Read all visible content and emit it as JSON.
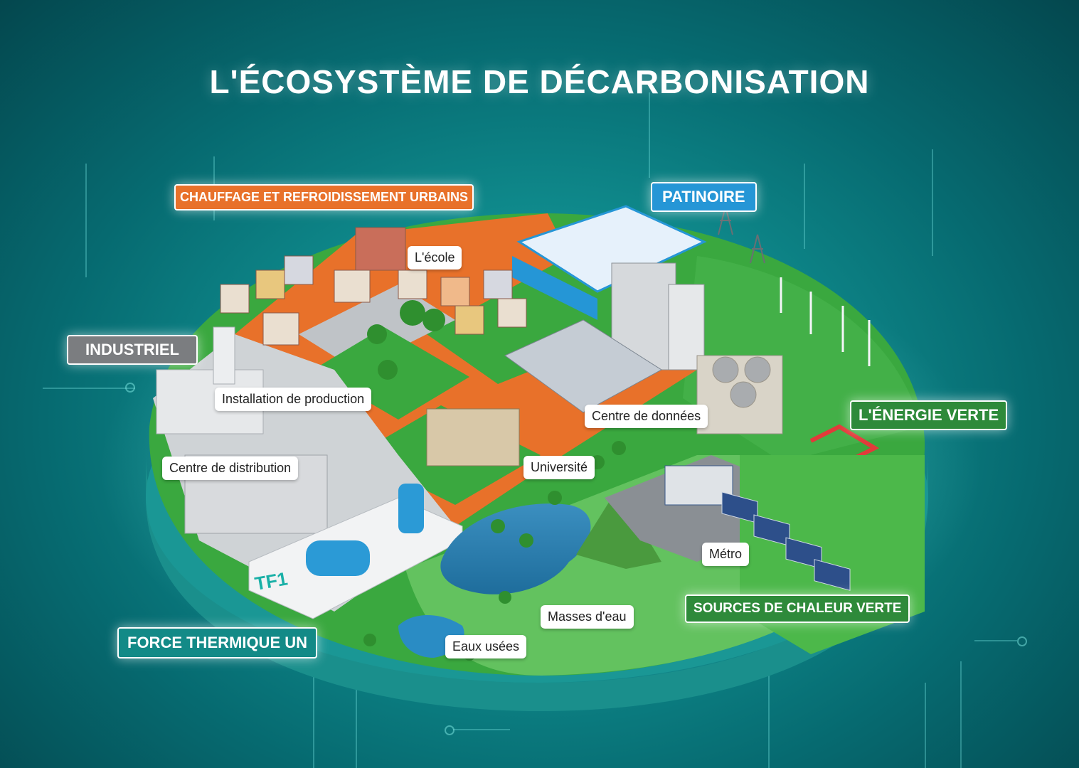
{
  "title": "L'ÉCOSYSTÈME DE DÉCARBONISATION",
  "categories": {
    "district_heating": {
      "label": "CHAUFFAGE ET REFROIDISSEMENT URBAINS",
      "color": "#e8712a"
    },
    "ice_rink": {
      "label": "PATINOIRE",
      "color": "#2596d6"
    },
    "industrial": {
      "label": "INDUSTRIEL",
      "color": "#7b7d80"
    },
    "green_energy": {
      "label": "L'ÉNERGIE VERTE",
      "color": "#2e8a3a"
    },
    "green_heat_sources": {
      "label": "SOURCES DE CHALEUR VERTE",
      "color": "#2e8a3a"
    },
    "thermal_force_one": {
      "label": "FORCE THERMIQUE UN",
      "color": "#138a87"
    }
  },
  "places": {
    "school": "L'école",
    "production_facility": "Installation de production",
    "data_center": "Centre de données",
    "distribution_center": "Centre de distribution",
    "university": "Université",
    "metro": "Métro",
    "water_bodies": "Masses d'eau",
    "wastewater": "Eaux usées"
  },
  "logo_text": "TF1",
  "colors": {
    "platform_green": "#3aa83f",
    "road_orange": "#e8712a",
    "water": "#2a7fb0",
    "building_grey": "#c9ccd0"
  }
}
